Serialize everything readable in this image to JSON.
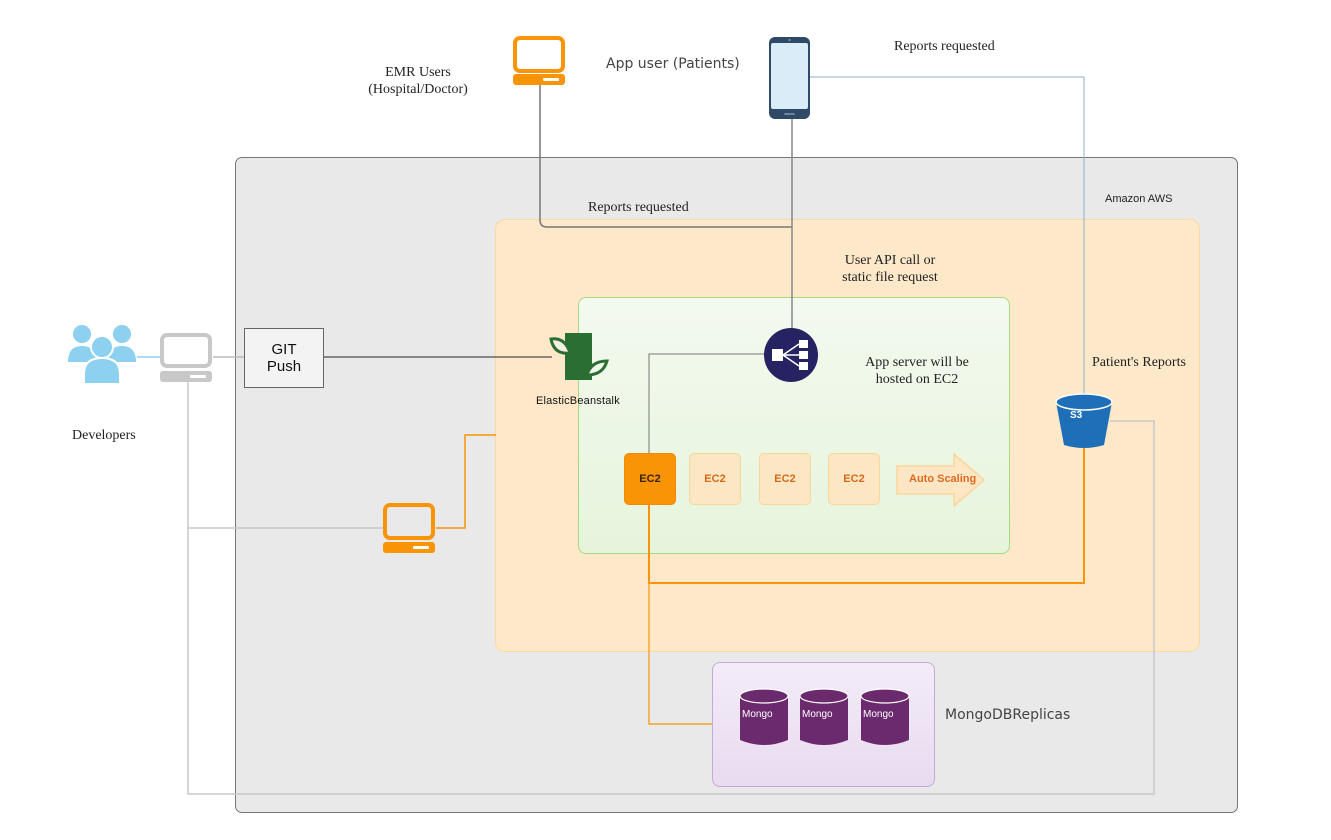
{
  "diagram": {
    "title": "Healthcare app AWS architecture",
    "actors": {
      "emr_users": "EMR Users\n(Hospital/Doctor)",
      "app_user": "App user (Patients)",
      "developers": "Developers"
    },
    "labels": {
      "reports_requested_top": "Reports requested",
      "reports_requested_inner": "Reports requested",
      "amazon_aws": "Amazon AWS",
      "user_api_call": "User API call or\nstatic file request",
      "app_server_note": "App server will be\nhosted on EC2",
      "patients_reports": "Patient's Reports",
      "mongodb_replicas": "MongoDBReplicas",
      "elastic_beanstalk": "ElasticBeanstalk"
    },
    "git_push": "GIT\nPush",
    "ec2_instances": [
      {
        "label": "EC2",
        "state": "active"
      },
      {
        "label": "EC2",
        "state": "scaled"
      },
      {
        "label": "EC2",
        "state": "scaled"
      },
      {
        "label": "EC2",
        "state": "scaled"
      }
    ],
    "auto_scaling": "Auto Scaling",
    "s3_label": "S3",
    "mongo_nodes": [
      "Mongo",
      "Mongo",
      "Mongo"
    ],
    "icons": {
      "emr_workstation": "desktop-computer-icon",
      "mobile": "smartphone-icon",
      "developers": "users-group-icon",
      "dev_workstation": "desktop-computer-icon",
      "admin_workstation": "desktop-computer-icon",
      "beanstalk": "elastic-beanstalk-icon",
      "load_balancer": "load-balancer-icon",
      "s3": "s3-bucket-icon",
      "mongo": "database-cylinder-icon"
    },
    "colors": {
      "aws_bg": "#e9e9e9",
      "beanstalk_bg": "#fde9c9",
      "ec2_zone_bg": "#eaf5e1",
      "orange": "#f89406",
      "navy": "#252362",
      "s3_blue": "#1f6fb8",
      "mongo_purple": "#6b2a6e",
      "beanstalk_green": "#2a6e34",
      "dev_blue": "#8dd0f0",
      "phone_dark": "#2f4a66"
    }
  }
}
